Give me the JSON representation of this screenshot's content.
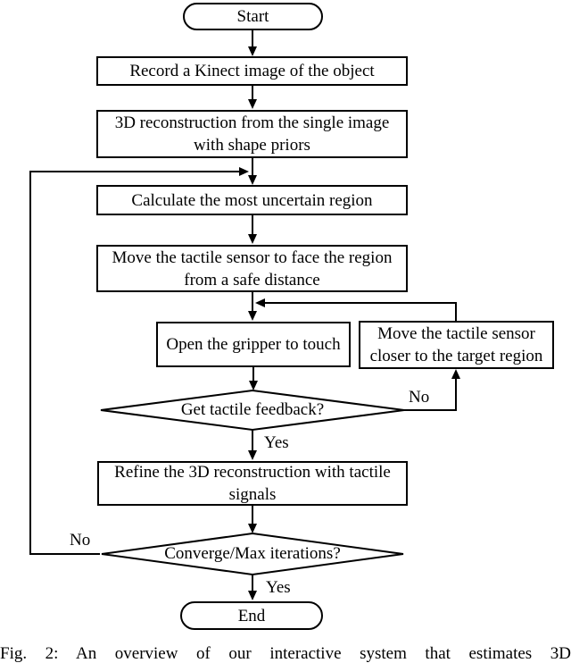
{
  "figure": {
    "nodes": {
      "start": "Start",
      "record_kinect": "Record a Kinect image of the object",
      "reconstruction": "3D reconstruction from the single image\nwith shape priors",
      "uncertain_region": "Calculate the most uncertain region",
      "move_sensor_face": "Move the tactile sensor to face the region\nfrom a safe distance",
      "open_gripper": "Open the gripper to touch",
      "move_sensor_closer": "Move the tactile sensor\ncloser to the target region",
      "tactile_feedback": "Get tactile feedback?",
      "refine_reconstruction": "Refine the 3D reconstruction with tactile\nsignals",
      "converge": "Converge/Max iterations?",
      "end": "End"
    },
    "edge_labels": {
      "tactile_no": "No",
      "tactile_yes": "Yes",
      "converge_no": "No",
      "converge_yes": "Yes"
    },
    "colors": {
      "stroke": "#000000",
      "fill": "#ffffff"
    }
  },
  "caption": "Fig. 2: An overview of our interactive system that estimates 3D"
}
